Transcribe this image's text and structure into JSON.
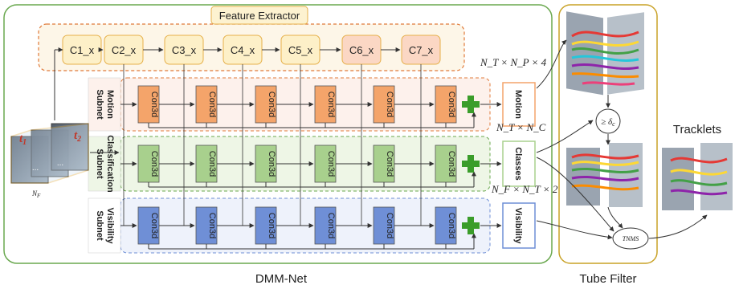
{
  "feature_extractor": {
    "title": "Feature Extractor",
    "stages": [
      "C1_x",
      "C2_x",
      "C3_x",
      "C4_x",
      "C5_x",
      "C6_x",
      "C7_x"
    ]
  },
  "subnets": [
    {
      "label_lines": [
        "Motion",
        "Subnet"
      ],
      "output": "Motion",
      "shape": "N_T × N_P × 4",
      "color": "#f4a46a"
    },
    {
      "label_lines": [
        "Classification",
        "Subnet"
      ],
      "output": "Classes",
      "shape": "N_T × N_C",
      "color": "#a8d08d"
    },
    {
      "label_lines": [
        "Visibility",
        "Subnet"
      ],
      "output": "Visibility",
      "shape": "N_F × N_T × 2",
      "color": "#6f8fd6"
    }
  ],
  "conv_label": "Con3d",
  "input": {
    "t1": "t",
    "t1_sub": "1",
    "t2": "t",
    "t2_sub": "2",
    "nf": "N",
    "nf_sub": "F"
  },
  "dmm_label": "DMM-Net",
  "tube_filter_label": "Tube Filter",
  "threshold": "≥ δ",
  "threshold_sub": "c",
  "tnms": "TNMS",
  "tracklets": "Tracklets"
}
